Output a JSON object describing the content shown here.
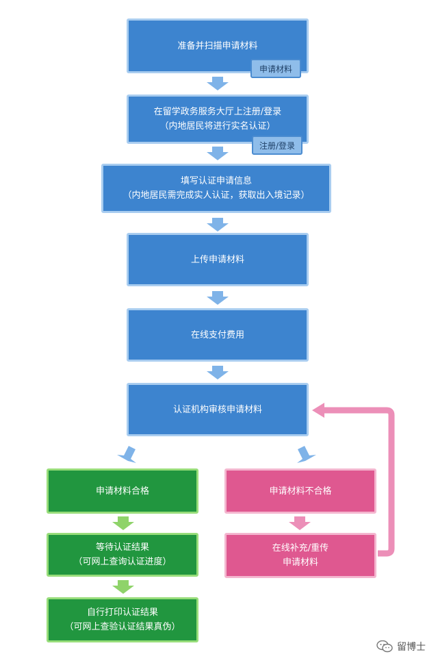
{
  "steps": {
    "scan": {
      "text": "准备并扫描申请材料",
      "tag": "申请材料"
    },
    "register": {
      "line1": "在留学政务服务大厅上注册/登录",
      "line2": "（内地居民将进行实名认证）",
      "tag": "注册/登录"
    },
    "fill": {
      "line1": "填写认证申请信息",
      "line2": "（内地居民需完成实人认证，获取出入境记录）"
    },
    "upload": {
      "text": "上传申请材料"
    },
    "pay": {
      "text": "在线支付费用"
    },
    "review": {
      "text": "认证机构审核申请材料"
    },
    "qualified": {
      "text": "申请材料合格"
    },
    "wait": {
      "line1": "等待认证结果",
      "line2": "（可网上查询认证进度）"
    },
    "print": {
      "line1": "自行打印认证结果",
      "line2": "（可网上查验认证结果真伪）"
    },
    "unqualified": {
      "text": "申请材料不合格"
    },
    "resubmit": {
      "line1": "在线补充/重传",
      "line2": "申请材料"
    }
  },
  "watermark": {
    "text": "留博士",
    "icon": "wechat-icon"
  },
  "colors": {
    "blue": "#3d84cf",
    "blue_border": "#a9cdf0",
    "arrow_blue": "#7fb3e8",
    "green": "#21963f",
    "green_border": "#98dd7a",
    "arrow_green": "#8fd36a",
    "pink": "#df5890",
    "pink_border": "#f4b6cf",
    "arrow_pink": "#ec8fb8"
  }
}
